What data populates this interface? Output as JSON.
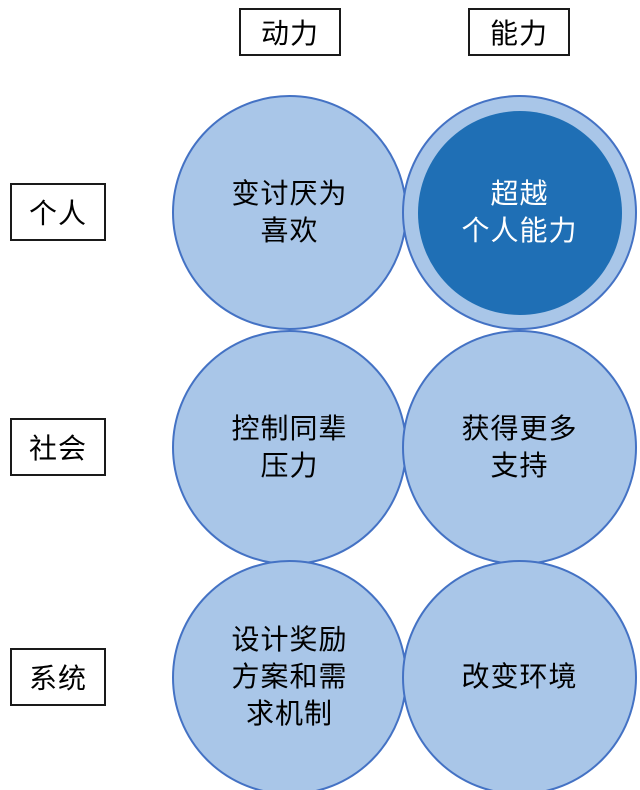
{
  "diagram": {
    "title": "motivation-ability matrix",
    "column_headers": [
      {
        "label": "动力"
      },
      {
        "label": "能力"
      }
    ],
    "row_headers": [
      {
        "label": "个人"
      },
      {
        "label": "社会"
      },
      {
        "label": "系统"
      }
    ],
    "cells": [
      {
        "row": "个人",
        "column": "动力",
        "text": "变讨厌为\n喜欢",
        "style": "light"
      },
      {
        "row": "个人",
        "column": "能力",
        "text": "超越\n个人能力",
        "style": "dark-highlight"
      },
      {
        "row": "社会",
        "column": "动力",
        "text": "控制同辈\n压力",
        "style": "light"
      },
      {
        "row": "社会",
        "column": "能力",
        "text": "获得更多\n支持",
        "style": "light"
      },
      {
        "row": "系统",
        "column": "动力",
        "text": "设计奖励\n方案和需\n求机制",
        "style": "light"
      },
      {
        "row": "系统",
        "column": "能力",
        "text": "改变环境",
        "style": "light"
      }
    ],
    "colors": {
      "circle_fill": "#A9C6E8",
      "circle_border": "#4472C4",
      "highlight_fill": "#1F6FB5",
      "highlight_text": "#FFFFFF",
      "label_border": "#1A1A1A",
      "text": "#000000",
      "background": "#FFFFFF"
    }
  }
}
